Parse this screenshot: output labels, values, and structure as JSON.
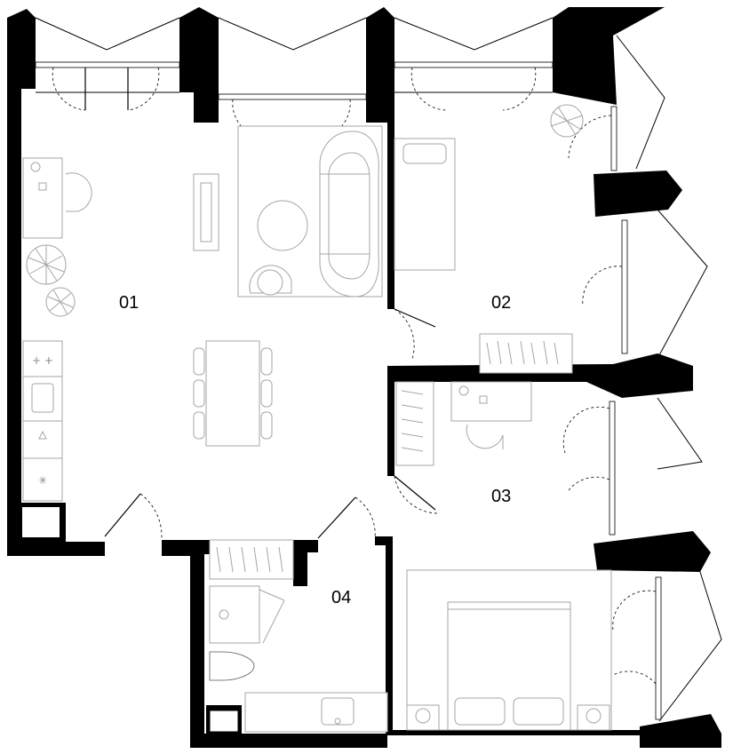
{
  "plan": {
    "rooms": [
      {
        "id": "room-01",
        "label": "01"
      },
      {
        "id": "room-02",
        "label": "02"
      },
      {
        "id": "room-03",
        "label": "03"
      },
      {
        "id": "room-04",
        "label": "04"
      }
    ]
  },
  "colors": {
    "wall": "#000000",
    "furniture_stroke": "#a6a6a6",
    "background": "#ffffff"
  }
}
